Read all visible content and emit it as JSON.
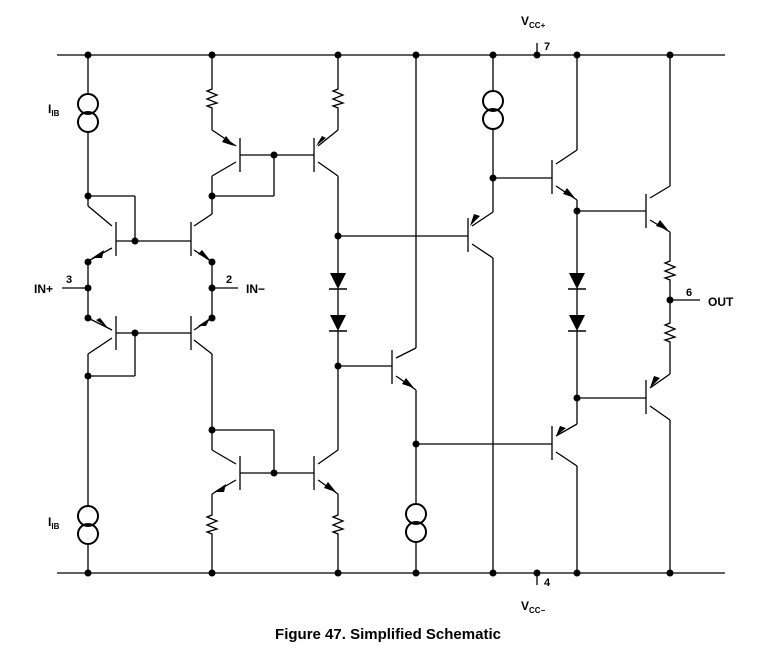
{
  "figure": {
    "caption": "Figure 47. Simplified Schematic"
  },
  "power": {
    "vcc_pos": {
      "main": "V",
      "sub": "CC+",
      "pin": "7"
    },
    "vcc_neg": {
      "main": "V",
      "sub": "CC−",
      "pin": "4"
    }
  },
  "sources": {
    "ib_top": {
      "main": "I",
      "sub": "IB"
    },
    "ib_bottom": {
      "main": "I",
      "sub": "IB"
    }
  },
  "pins": {
    "in_pos": {
      "label": "IN+",
      "number": "3"
    },
    "in_neg": {
      "label": "IN−",
      "number": "2"
    },
    "out": {
      "label": "OUT",
      "number": "6"
    }
  }
}
